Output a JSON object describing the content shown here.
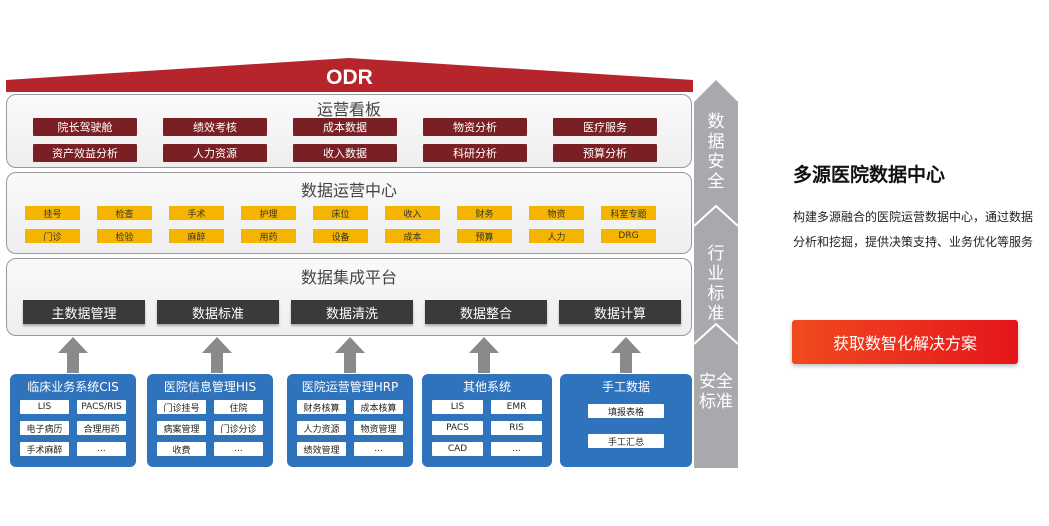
{
  "roof_title": "ODR",
  "ops_board": {
    "title": "运营看板",
    "items": [
      "院长驾驶舱",
      "绩效考核",
      "成本数据",
      "物资分析",
      "医疗服务",
      "资产效益分析",
      "人力资源",
      "收入数据",
      "科研分析",
      "预算分析"
    ]
  },
  "ops_center": {
    "title": "数据运营中心",
    "items": [
      "挂号",
      "检查",
      "手术",
      "护理",
      "床位",
      "收入",
      "财务",
      "物资",
      "科室专题",
      "门诊",
      "检验",
      "麻醉",
      "用药",
      "设备",
      "成本",
      "预算",
      "人力",
      "DRG"
    ]
  },
  "integration": {
    "title": "数据集成平台",
    "items": [
      "主数据管理",
      "数据标准",
      "数据清洗",
      "数据整合",
      "数据计算"
    ]
  },
  "sources": [
    {
      "title": "临床业务系统CIS",
      "items": [
        "LIS",
        "PACS/RIS",
        "电子病历",
        "合理用药",
        "手术麻醉",
        "..."
      ]
    },
    {
      "title": "医院信息管理HIS",
      "items": [
        "门诊挂号",
        "住院",
        "病案管理",
        "门诊分诊",
        "收费",
        "..."
      ]
    },
    {
      "title": "医院运营管理HRP",
      "items": [
        "财务核算",
        "成本核算",
        "人力资源",
        "物资管理",
        "绩效管理",
        "..."
      ]
    },
    {
      "title": "其他系统",
      "items": [
        "LIS",
        "EMR",
        "PACS",
        "RIS",
        "CAD",
        "..."
      ]
    },
    {
      "title": "手工数据",
      "items": [
        "填报表格",
        "手工汇总"
      ]
    }
  ],
  "side_column": [
    "数据安全",
    "行业标准",
    "安全标准"
  ],
  "heading": "多源医院数据中心",
  "description": "构建多源融合的医院运营数据中心，通过数据分析和挖掘，提供决策支持、业务优化等服务",
  "cta_label": "获取数智化解决方案",
  "colors": {
    "roof": "#b5252b",
    "board_button": "#7a1f24",
    "center_button": "#f4b400",
    "source_block": "#2f73bd",
    "cta": "#e5151b"
  }
}
